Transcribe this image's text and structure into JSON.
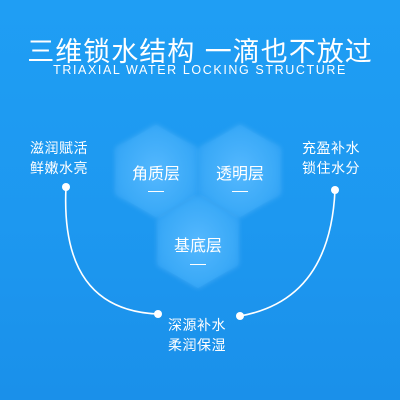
{
  "header": {
    "title": "三维锁水结构 一滴也不放过",
    "subtitle": "TRIAXIAL WATER LOCKING STRUCTURE"
  },
  "layers": [
    {
      "label": "角质层"
    },
    {
      "label": "透明层"
    },
    {
      "label": "基底层"
    }
  ],
  "benefits": {
    "left": [
      "滋润赋活",
      "鲜嫩水亮"
    ],
    "right": [
      "充盈补水",
      "锁住水分"
    ],
    "bottom": [
      "深源补水",
      "柔润保湿"
    ]
  },
  "colors": {
    "background": "#1d98f0",
    "text": "#ffffff"
  }
}
